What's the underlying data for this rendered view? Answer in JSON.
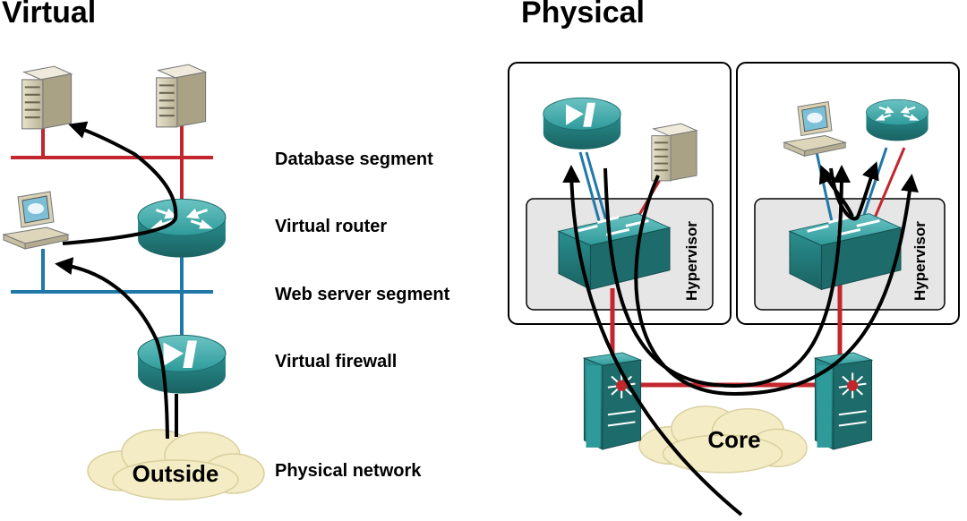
{
  "headings": {
    "virtual": "Virtual",
    "physical": "Physical"
  },
  "labels": {
    "database_segment": "Database segment",
    "virtual_router": "Virtual router",
    "web_server_segment": "Web server segment",
    "virtual_firewall": "Virtual firewall",
    "physical_network": "Physical network"
  },
  "clouds": {
    "outside": "Outside",
    "core": "Core"
  },
  "hosts": {
    "left": "Hypervisor",
    "right": "Hypervisor"
  },
  "colors": {
    "database_link": "#c1272d",
    "web_link": "#1f78a8",
    "device_teal": "#2a8f8f",
    "device_teal_dark": "#1d6b6b",
    "server_beige": "#d8d2b8",
    "cloud": "#f4ecc4",
    "host_fill": "#e6e6e6",
    "flow_arrow": "#000000"
  },
  "icons": [
    "server-icon",
    "workstation-icon",
    "router-icon",
    "firewall-icon",
    "switch-icon",
    "multilayer-switch-icon",
    "cloud-icon"
  ]
}
